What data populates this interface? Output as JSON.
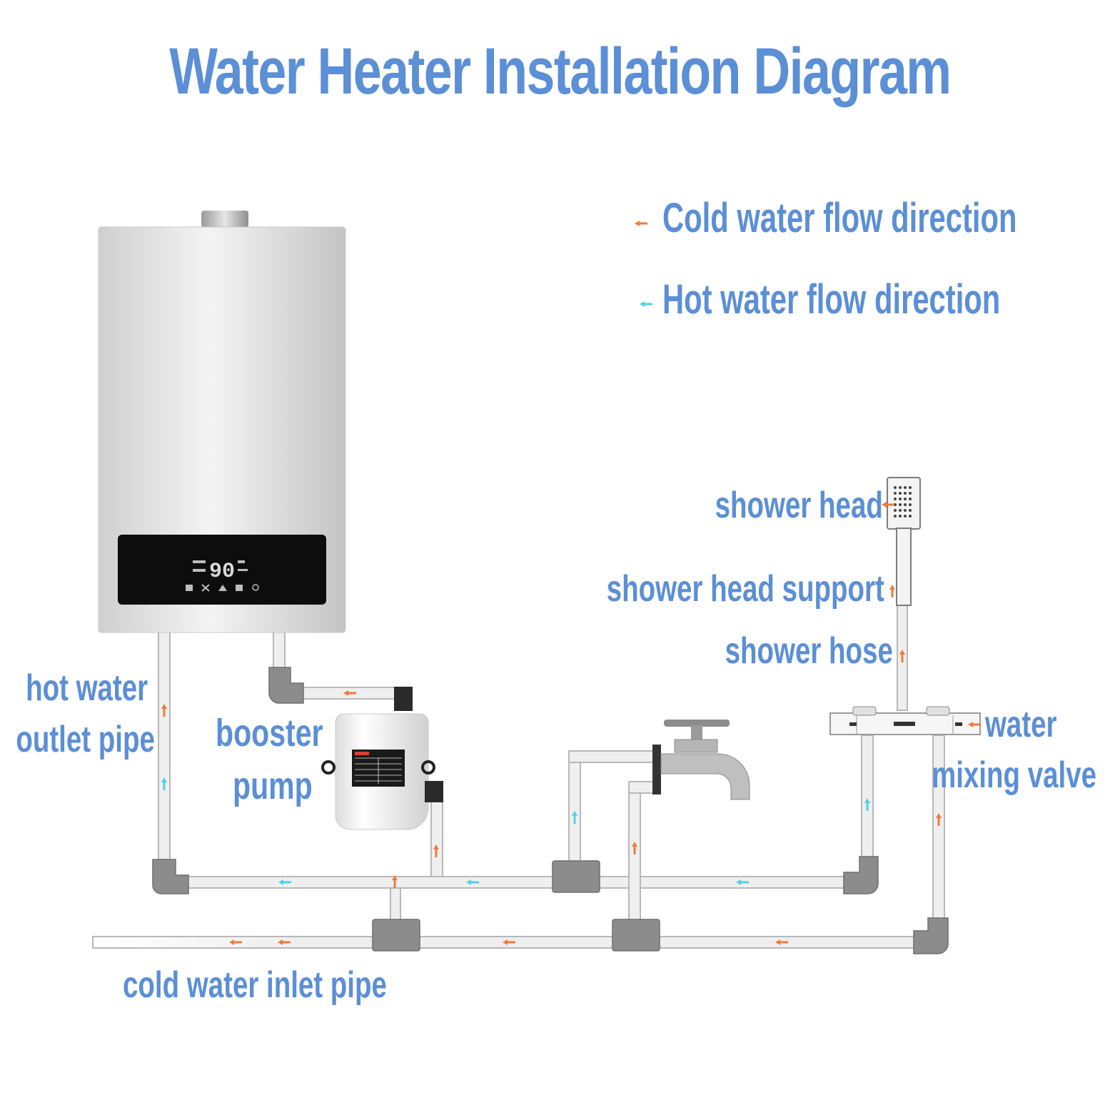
{
  "title": "Water Heater Installation Diagram",
  "colors": {
    "label": "#5b8fd6",
    "cold_arrow": "#f07a3c",
    "hot_arrow": "#4fd0e6",
    "pipe": "#eeeeee",
    "pipe_edge": "#b8b8b8",
    "fitting": "#8a8a8a"
  },
  "legend": {
    "cold": "Cold water flow direction",
    "hot": "Hot water flow direction"
  },
  "labels": {
    "hot_outlet_line1": "hot water",
    "hot_outlet_line2": "outlet pipe",
    "booster_line1": "booster",
    "booster_line2": "pump",
    "shower_head": "shower head",
    "shower_head_support": "shower head support",
    "shower_hose": "shower hose",
    "mixing_valve_line1": "water",
    "mixing_valve_line2": "mixing valve",
    "cold_inlet": "cold water inlet pipe"
  },
  "heater_display": "90",
  "icons": [
    "water-heater-icon",
    "booster-pump-icon",
    "faucet-icon",
    "shower-head-icon",
    "mixing-valve-icon"
  ]
}
